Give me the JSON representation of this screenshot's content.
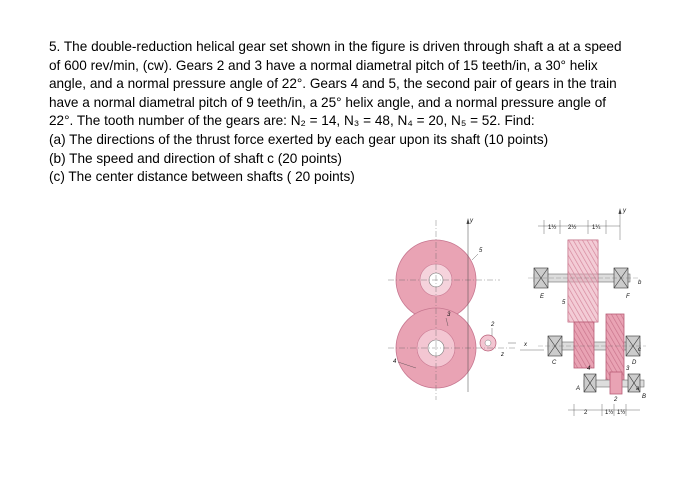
{
  "problem": {
    "lines": [
      "5. The double-reduction helical gear set shown in the figure is driven through shaft a at a speed",
      "of 600 rev/min, (cw). Gears 2 and 3 have a normal diametral pitch of 15 teeth/in, a 30° helix",
      "angle, and a normal pressure angle of 22°. Gears 4 and 5, the second pair of gears in the train",
      "have a normal diametral pitch of 9 teeth/in, a 25° helix angle, and a normal pressure angle of",
      "22°. The tooth number of the gears are: N₂ = 14, N₃ = 48, N₄ = 20, N₅ = 52. Find:",
      "(a) The directions of the thrust force exerted by each gear upon its shaft (10 points)",
      "(b) The speed and direction of shaft c (20 points)",
      "(c) The center distance between shafts ( 20 points)"
    ]
  },
  "figure": {
    "labels": {
      "y": "y",
      "x": "x",
      "z": "z",
      "a": "a",
      "b": "b",
      "c": "c",
      "g2": "2",
      "g3": "3",
      "g4": "4",
      "g5": "5",
      "A": "A",
      "B": "B",
      "C": "C",
      "D": "D",
      "E": "E",
      "F": "F"
    },
    "dims_top": [
      "1½",
      "2½",
      "1¼"
    ],
    "dims_bottom": [
      "2",
      "1½",
      "1½"
    ],
    "colors": {
      "gear_pink": "#e9a3b4",
      "gear_dark": "#d4788f",
      "line": "#333333"
    }
  }
}
